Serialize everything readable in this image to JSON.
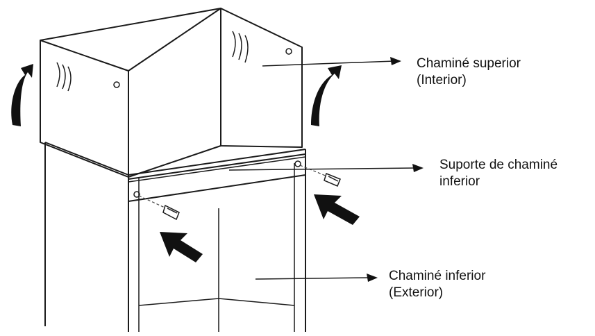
{
  "labels": {
    "upper_chimney": {
      "line1": "Chaminé superior",
      "line2": "(Interior)"
    },
    "bracket": {
      "line1": "Suporte de chaminé",
      "line2": "inferior"
    },
    "lower_chimney": {
      "line1": "Chaminé inferior",
      "line2": "(Exterior)"
    }
  },
  "icons": [
    "curved-up-arrow-icon",
    "push-arrow-icon",
    "screw-icon"
  ],
  "colors": {
    "line": "#1a1a1a",
    "arrow_fill": "#111111",
    "background": "#ffffff"
  }
}
